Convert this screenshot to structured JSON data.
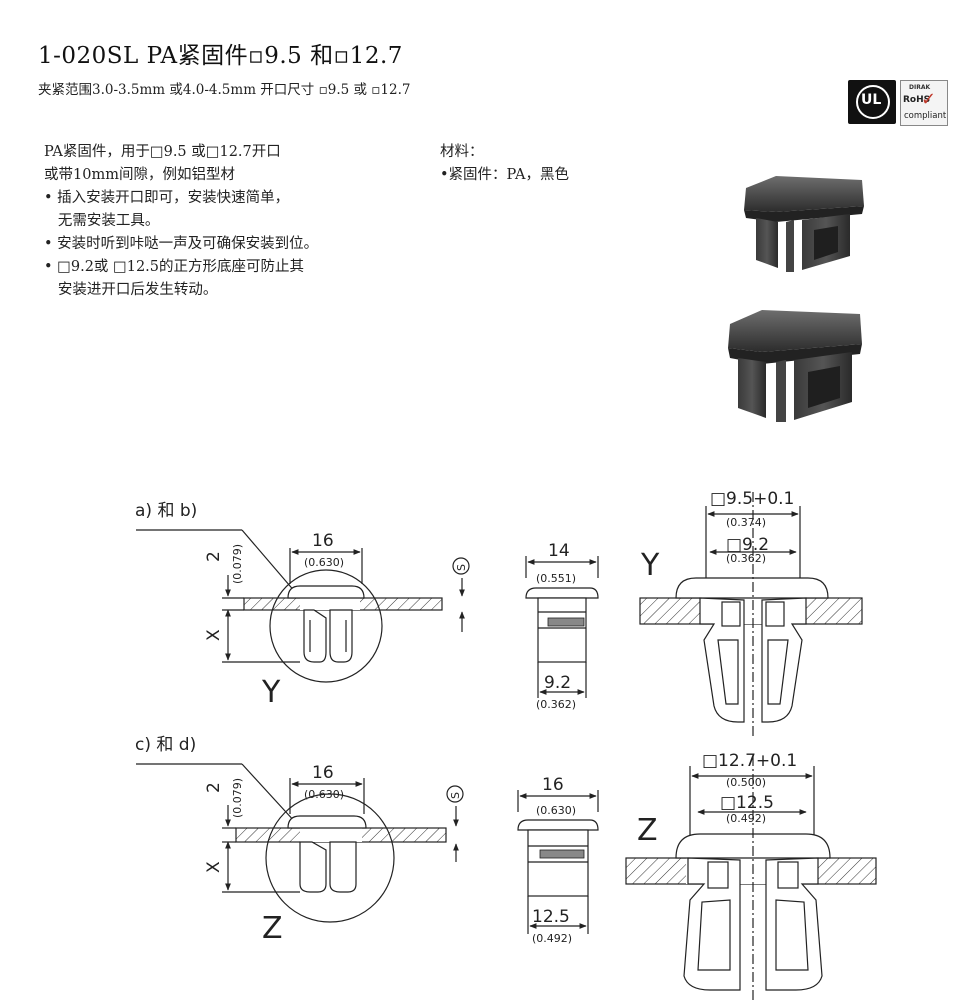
{
  "header": {
    "title": "1-020SL PA紧固件▫9.5 和▫12.7",
    "subtitle": "夹紧范围3.0-3.5mm 或4.0-4.5mm 开口尺寸 ▫9.5 或 ▫12.7"
  },
  "logos": {
    "ul_text": "UL",
    "rohs_line1": "DIRAK",
    "rohs_line2": "RoHS",
    "rohs_check": "✓",
    "rohs_line3": "compliant"
  },
  "description": {
    "lines": [
      "PA紧固件，用于□9.5 或□12.7开口",
      "或带10mm间隙，例如铝型材",
      "• 插入安装开口即可，安装快速简单，",
      "   无需安装工具。",
      "• 安装时听到咔哒一声及可确保安装到位。",
      "• □9.2或 □12.5的正方形底座可防止其",
      "   安装进开口后发生转动。"
    ]
  },
  "material": {
    "heading": "材料：",
    "item": "•紧固件：PA，黑色"
  },
  "drawing": {
    "top": {
      "label": "a)  和  b)",
      "dim_width": "16",
      "dim_width_in": "(0.630)",
      "dim_height": "2",
      "dim_height_in": "(0.079)",
      "dim_x": "X",
      "dim_s": "S",
      "detail_letter": "Y",
      "side_width": "14",
      "side_width_in": "(0.551)",
      "side_base": "9.2",
      "side_base_in": "(0.362)",
      "detail_outer": "□9.5+0.1",
      "detail_outer_in": "(0.374)",
      "detail_inner": "□9.2",
      "detail_inner_in": "(0.362)"
    },
    "bottom": {
      "label": "c)  和  d)",
      "dim_width": "16",
      "dim_width_in": "(0.630)",
      "dim_height": "2",
      "dim_height_in": "(0.079)",
      "dim_x": "X",
      "dim_s": "S",
      "detail_letter": "Z",
      "side_width": "16",
      "side_width_in": "(0.630)",
      "side_base": "12.5",
      "side_base_in": "(0.492)",
      "detail_outer": "□12.7+0.1",
      "detail_outer_in": "(0.500)",
      "detail_inner": "□12.5",
      "detail_inner_in": "(0.492)"
    }
  }
}
